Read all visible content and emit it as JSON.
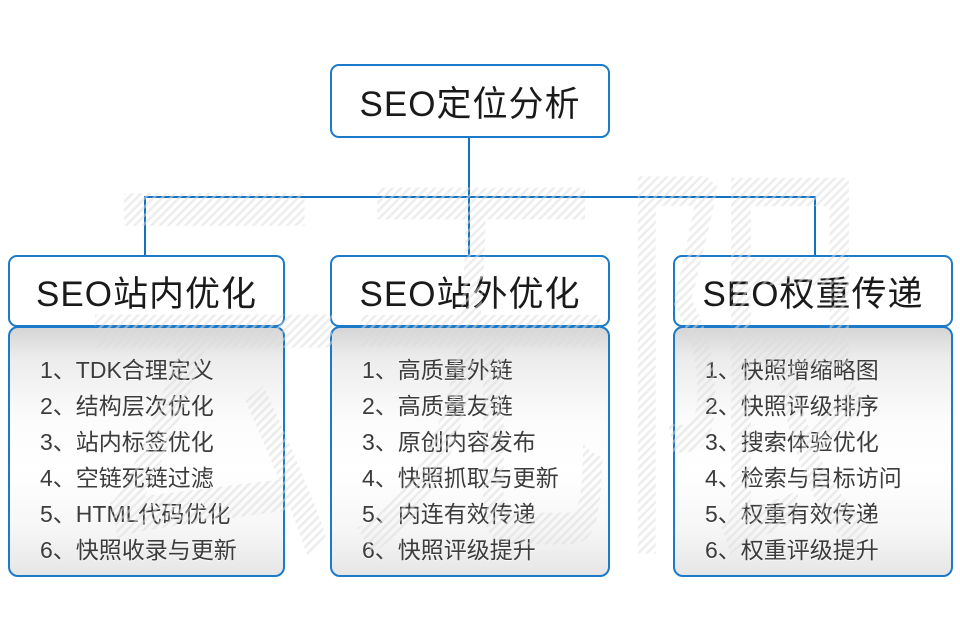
{
  "watermark": {
    "text": "云无限"
  },
  "root": {
    "title": "SEO定位分析"
  },
  "colors": {
    "accent_blue": "#1b7ac9",
    "connector_blue": "#1272bf",
    "list_text": "#3c3c3c"
  },
  "branches": [
    {
      "title": "SEO站内优化",
      "items": [
        "1、TDK合理定义",
        "2、结构层次优化",
        "3、站内标签优化",
        "4、空链死链过滤",
        "5、HTML代码优化",
        "6、快照收录与更新"
      ]
    },
    {
      "title": "SEO站外优化",
      "items": [
        "1、高质量外链",
        "2、高质量友链",
        "3、原创内容发布",
        "4、快照抓取与更新",
        "5、内连有效传递",
        "6、快照评级提升"
      ]
    },
    {
      "title": "SEO权重传递",
      "items": [
        "1、快照增缩略图",
        "2、快照评级排序",
        "3、搜索体验优化",
        "4、检索与目标访问",
        "5、权重有效传递",
        "6、权重评级提升"
      ]
    }
  ]
}
